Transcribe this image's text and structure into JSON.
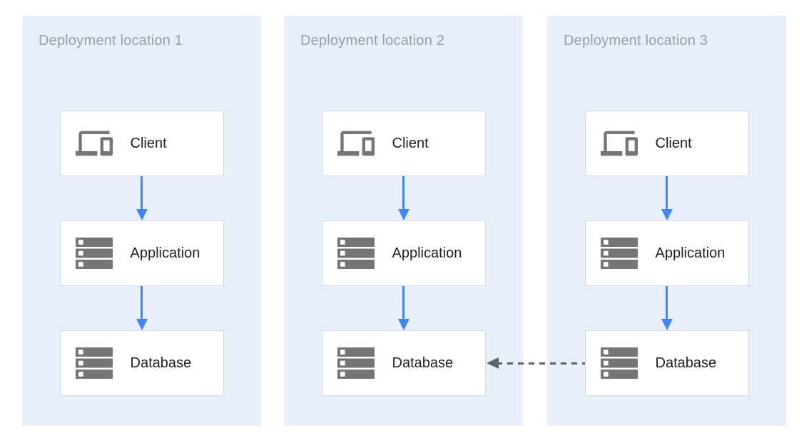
{
  "locations": [
    {
      "title": "Deployment location 1",
      "nodes": [
        {
          "label": "Client",
          "icon": "devices-icon"
        },
        {
          "label": "Application",
          "icon": "server-stack-icon"
        },
        {
          "label": "Database",
          "icon": "server-stack-icon"
        }
      ]
    },
    {
      "title": "Deployment location 2",
      "nodes": [
        {
          "label": "Client",
          "icon": "devices-icon"
        },
        {
          "label": "Application",
          "icon": "server-stack-icon"
        },
        {
          "label": "Database",
          "icon": "server-stack-icon"
        }
      ]
    },
    {
      "title": "Deployment location 3",
      "nodes": [
        {
          "label": "Client",
          "icon": "devices-icon"
        },
        {
          "label": "Application",
          "icon": "server-stack-icon"
        },
        {
          "label": "Database",
          "icon": "server-stack-icon"
        }
      ]
    }
  ],
  "connections": [
    {
      "from": "Client",
      "to": "Application",
      "location": "Deployment location 1",
      "style": "solid-blue-arrow"
    },
    {
      "from": "Application",
      "to": "Database",
      "location": "Deployment location 1",
      "style": "solid-blue-arrow"
    },
    {
      "from": "Client",
      "to": "Application",
      "location": "Deployment location 2",
      "style": "solid-blue-arrow"
    },
    {
      "from": "Application",
      "to": "Database",
      "location": "Deployment location 2",
      "style": "solid-blue-arrow"
    },
    {
      "from": "Client",
      "to": "Application",
      "location": "Deployment location 3",
      "style": "solid-blue-arrow"
    },
    {
      "from": "Application",
      "to": "Database",
      "location": "Deployment location 3",
      "style": "solid-blue-arrow"
    },
    {
      "from": "Database (Deployment location 3)",
      "to": "Database (Deployment location 2)",
      "style": "dashed-gray-arrow"
    }
  ],
  "colors": {
    "panel_bg": "#e7effa",
    "node_bg": "#ffffff",
    "node_border": "#d7d9dc",
    "flow_arrow_blue": "#4285f4",
    "replication_arrow_gray": "#5f6368",
    "title_text": "#9aa0a6",
    "label_text": "#212121",
    "icon_gray": "#757575"
  }
}
